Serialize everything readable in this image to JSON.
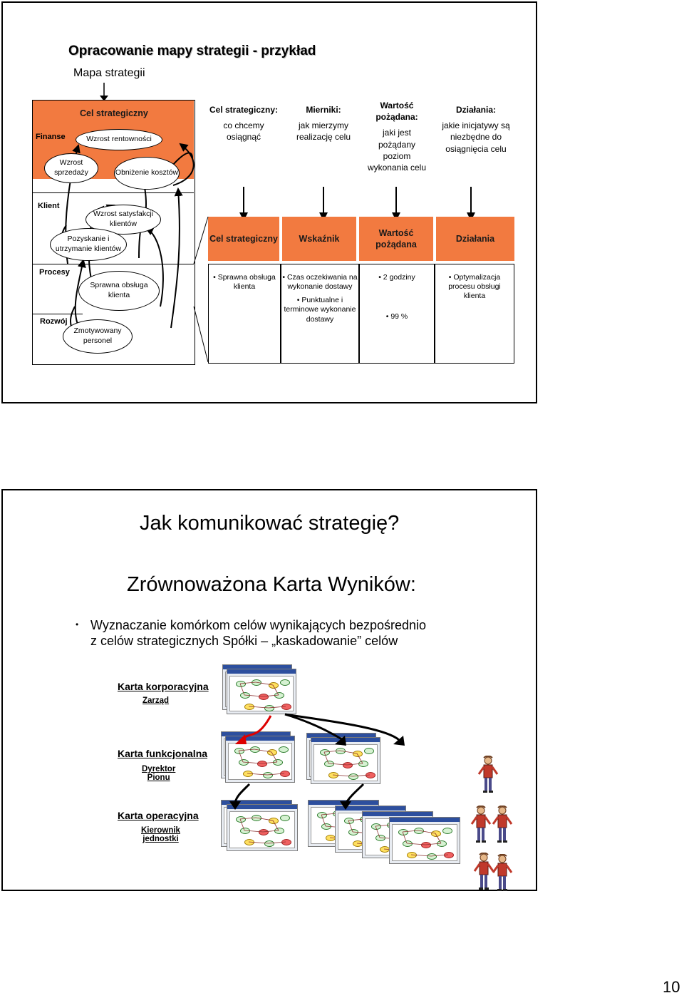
{
  "slide1": {
    "title": "Opracowanie mapy strategii - przykład",
    "subtitle": "Mapa strategii",
    "map": {
      "header": "Cel strategiczny",
      "rows": {
        "finanse": "Finanse",
        "klient": "Klient",
        "procesy": "Procesy",
        "rozwoj": "Rozwój"
      },
      "nodes": {
        "wzrost_rentownosci": "Wzrost rentowności",
        "wzrost_sprzedazy": "Wzrost sprzedaży",
        "obnizenie_kosztow": "Obniżenie kosztów",
        "wzrost_satysfakcji": "Wzrost satysfakcji klientów",
        "pozyskanie": "Pozyskanie i utrzymanie klientów",
        "sprawna_obsluga": "Sprawna obsługa klienta",
        "zmotywowany": "Zmotywowany personel"
      }
    },
    "columns": [
      {
        "heading": "Cel strategiczny:",
        "desc": "co chcemy osiągnąć",
        "box": "Cel strategiczny"
      },
      {
        "heading": "Mierniki:",
        "desc": "jak mierzymy realizację celu",
        "box": "Wskaźnik"
      },
      {
        "heading": "Wartość pożądana:",
        "desc": "jaki jest pożądany poziom wykonania celu",
        "box": "Wartość pożądana"
      },
      {
        "heading": "Działania:",
        "desc": "jakie inicjatywy są niezbędne do osiągnięcia celu",
        "box": "Działania"
      }
    ],
    "cells": {
      "cel": [
        "• Sprawna obsługa klienta"
      ],
      "wskaznik": [
        "• Czas oczekiwania na wykonanie dostawy",
        "• Punktualne i terminowe wykonanie dostawy"
      ],
      "wartosc": [
        "• 2 godziny",
        "• 99 %"
      ],
      "dzialania": [
        "• Optymalizacja procesu obsługi klienta"
      ]
    },
    "colors": {
      "accent": "#f27a40"
    }
  },
  "slide2": {
    "title": "Jak komunikować strategię?",
    "subtitle": "Zrównoważona Karta Wyników:",
    "bullet_line1": "Wyznaczanie komórkom celów wynikających bezpośrednio",
    "bullet_line2": "z celów strategicznych Spółki – „kaskadowanie” celów",
    "cards": [
      {
        "name": "Karta korporacyjna",
        "owner": "Zarząd"
      },
      {
        "name": "Karta funkcjonalna",
        "owner_line1": "Dyrektor",
        "owner_line2": "Pionu"
      },
      {
        "name": "Karta operacyjna",
        "owner_line1": "Kierownik",
        "owner_line2": "jednostki"
      }
    ]
  },
  "page_number": "10"
}
